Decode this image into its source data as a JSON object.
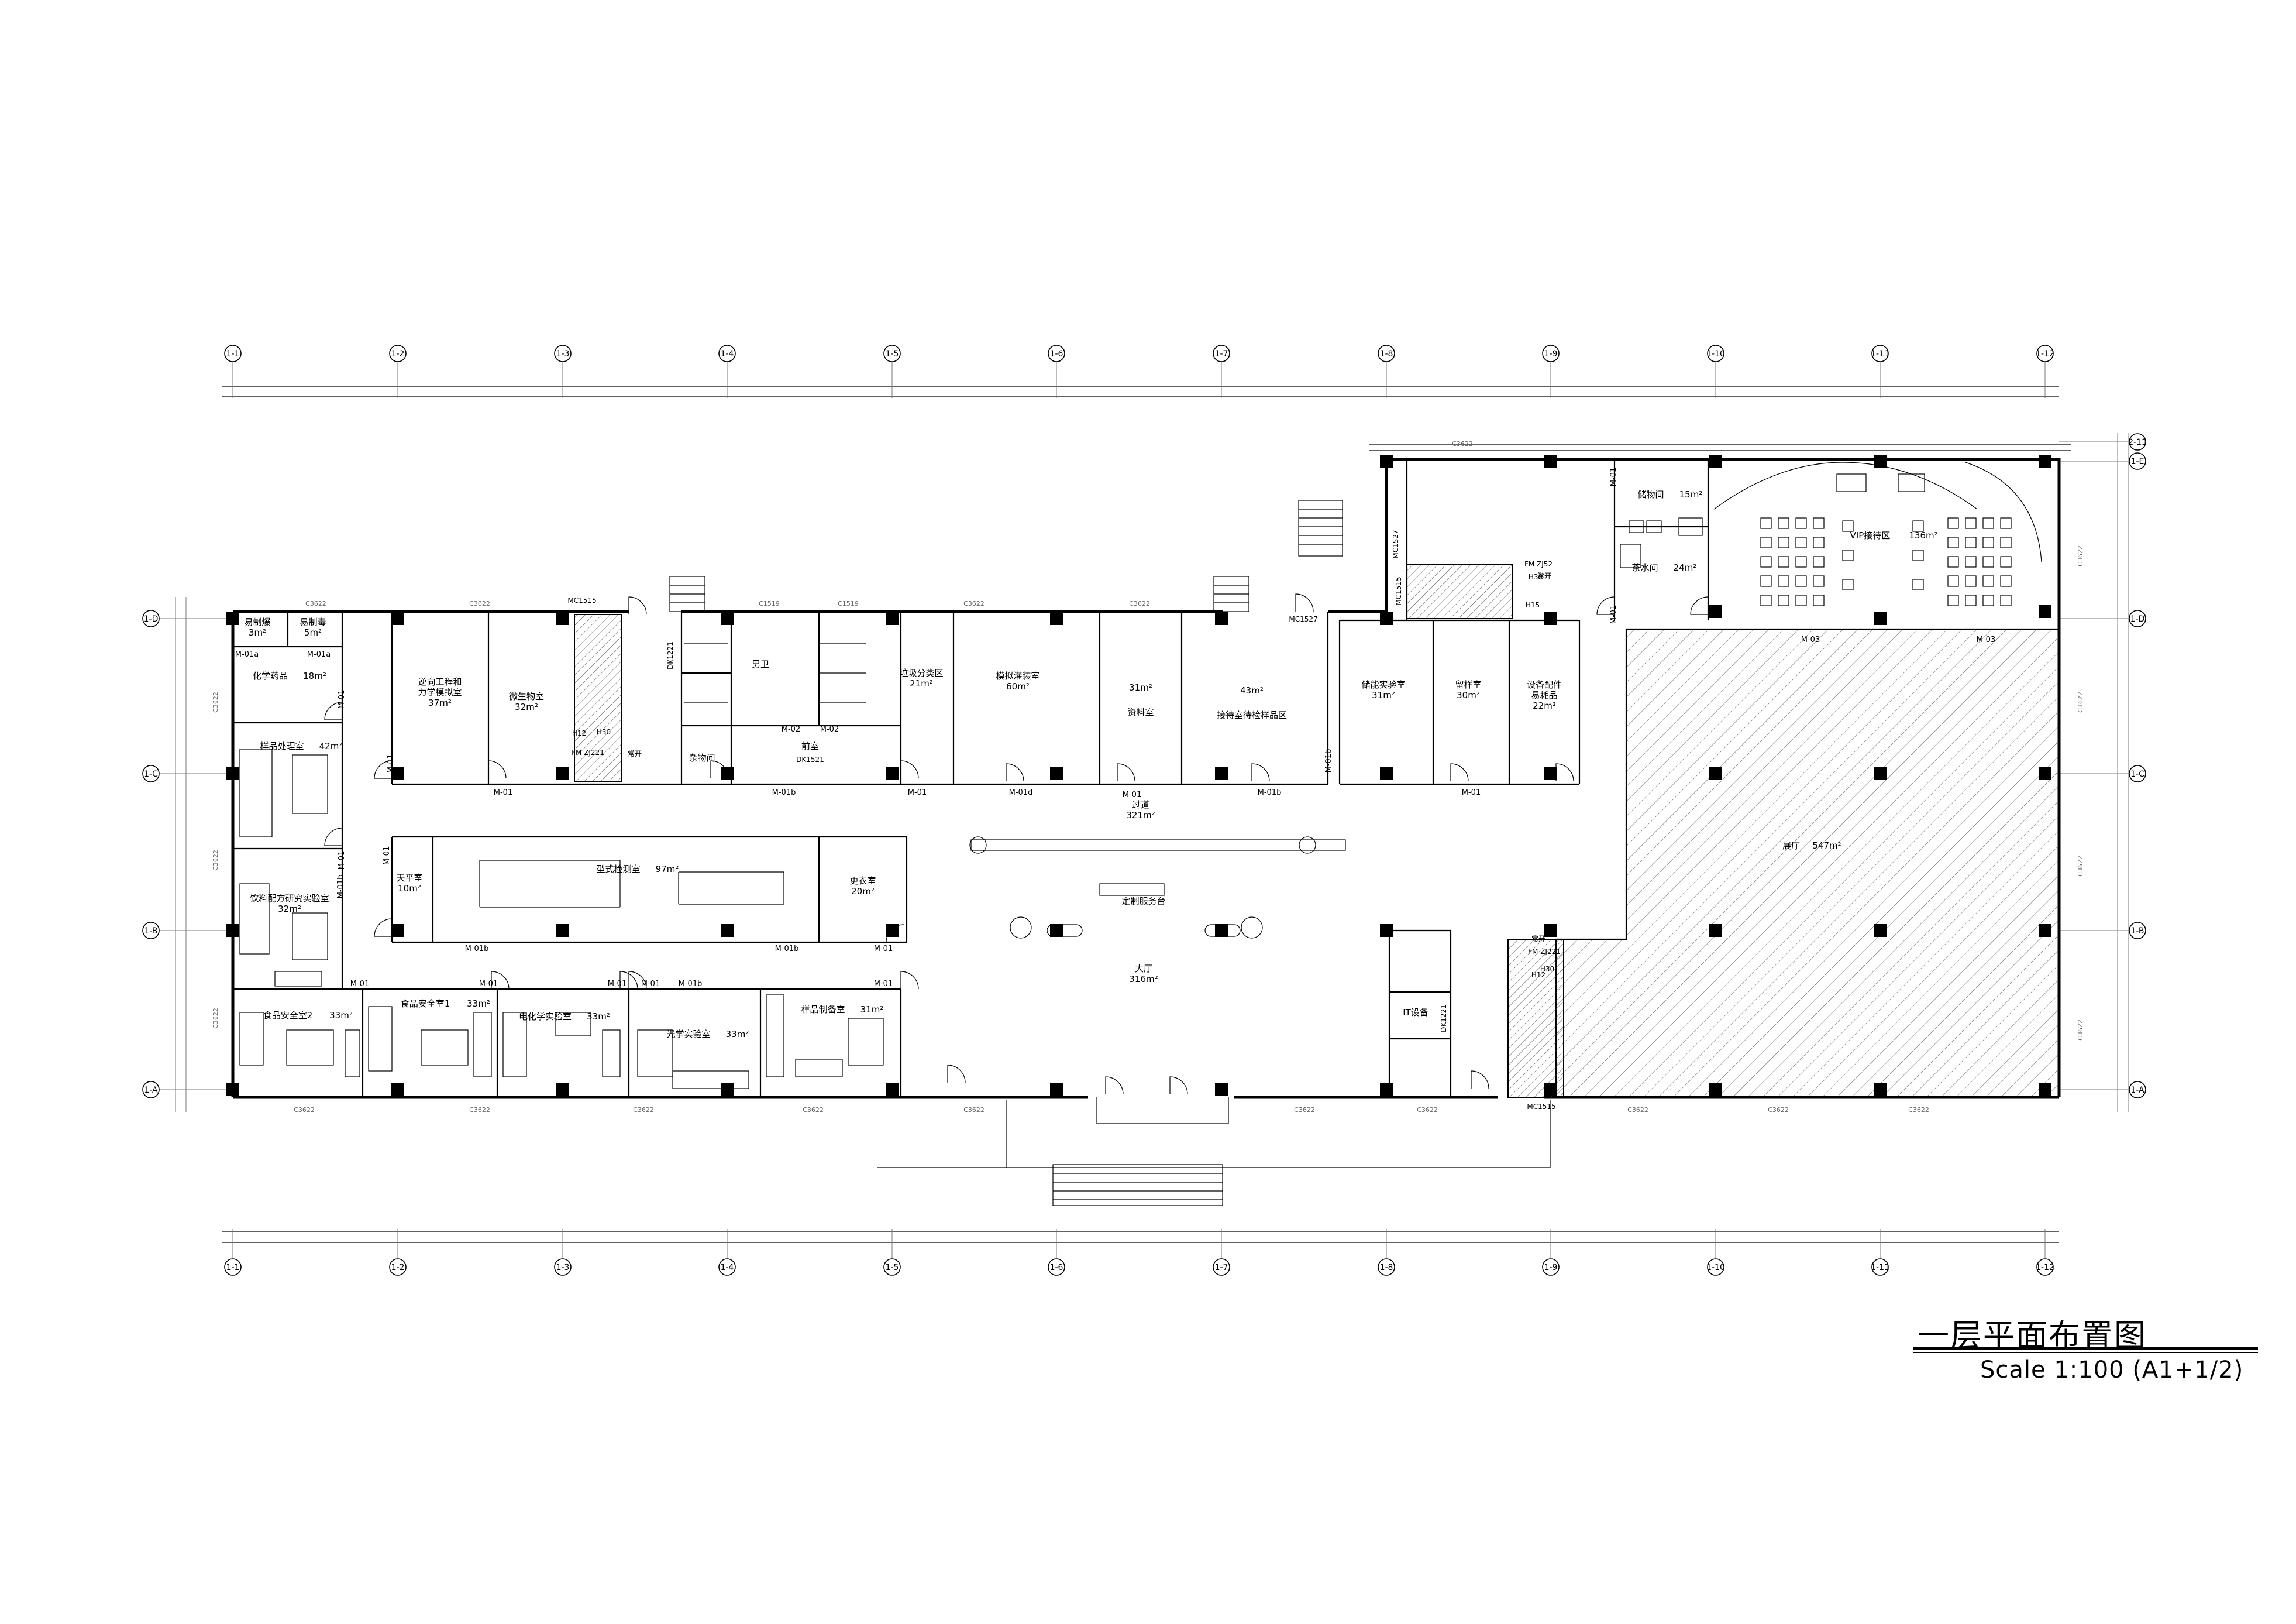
{
  "drawing": {
    "title": "一层平面布置图",
    "scale": "Scale  1:100 (A1+1/2)"
  },
  "grid_columns": [
    "1-1",
    "1-2",
    "1-3",
    "1-4",
    "1-5",
    "1-6",
    "1-7",
    "1-8",
    "1-9",
    "1-10",
    "1-11",
    "1-12"
  ],
  "grid_rows": [
    "1-D",
    "1-C",
    "1-B",
    "1-A"
  ],
  "grid_rows_right": [
    "2-11",
    "1-E",
    "1-D",
    "1-C",
    "1-B",
    "1-A"
  ],
  "rooms": [
    {
      "id": "r1",
      "name": "易制爆",
      "area": "3m²"
    },
    {
      "id": "r2",
      "name": "易制毒",
      "area": "5m²"
    },
    {
      "id": "r3",
      "name": "化学药品",
      "area": "18m²"
    },
    {
      "id": "r4",
      "name": "样品处理室",
      "area": "42m²"
    },
    {
      "id": "r5",
      "name": "饮料配方研究实验室",
      "area": "32m²"
    },
    {
      "id": "r6",
      "name": "逆向工程和",
      "name2": "力学模拟室",
      "area": "37m²"
    },
    {
      "id": "r7",
      "name": "微生物室",
      "area": "32m²"
    },
    {
      "id": "r8",
      "name": "男卫"
    },
    {
      "id": "r9",
      "name": "杂物间"
    },
    {
      "id": "r10",
      "name": "前室"
    },
    {
      "id": "r11",
      "name": "垃圾分类区",
      "area": "21m²"
    },
    {
      "id": "r12",
      "name": "模拟灌装室",
      "area": "60m²"
    },
    {
      "id": "r13",
      "name": "资料室",
      "area": "31m²"
    },
    {
      "id": "r14",
      "name": "接待室待检样品区",
      "area": "43m²"
    },
    {
      "id": "r15",
      "name": "储能实验室",
      "area": "31m²"
    },
    {
      "id": "r16",
      "name": "留样室",
      "area": "30m²"
    },
    {
      "id": "r17",
      "name": "设备配件",
      "name2": "易耗品",
      "area": "22m²"
    },
    {
      "id": "r18",
      "name": "天平室",
      "area": "10m²"
    },
    {
      "id": "r19",
      "name": "型式检测室",
      "area": "97m²"
    },
    {
      "id": "r20",
      "name": "更衣室",
      "area": "20m²"
    },
    {
      "id": "r21",
      "name": "过道",
      "area": "321m²"
    },
    {
      "id": "r22",
      "name": "定制服务台"
    },
    {
      "id": "r23",
      "name": "大厅",
      "area": "316m²"
    },
    {
      "id": "r24",
      "name": "食品安全室2",
      "area": "33m²"
    },
    {
      "id": "r25",
      "name": "食品安全室1",
      "area": "33m²"
    },
    {
      "id": "r26",
      "name": "电化学实验室",
      "area": "33m²"
    },
    {
      "id": "r27",
      "name": "光学实验室",
      "area": "33m²"
    },
    {
      "id": "r28",
      "name": "样品制备室",
      "area": "31m²"
    },
    {
      "id": "r29",
      "name": "储物间",
      "area": "15m²"
    },
    {
      "id": "r30",
      "name": "茶水间",
      "area": "24m²"
    },
    {
      "id": "r31",
      "name": "VIP接待区",
      "area": "136m²"
    },
    {
      "id": "r32",
      "name": "展厅",
      "area": "547m²"
    },
    {
      "id": "r33",
      "name": "IT设备"
    }
  ],
  "doors": [
    "M-01",
    "M-01a",
    "M-01b",
    "M-01d",
    "M-02",
    "M-03"
  ],
  "specials": [
    "FM ZJ221",
    "FM ZJ52",
    "H30",
    "H12",
    "H15",
    "DK1521",
    "DK1221",
    "常开",
    "MC1527",
    "MC1515",
    "C1519",
    "C3622"
  ]
}
